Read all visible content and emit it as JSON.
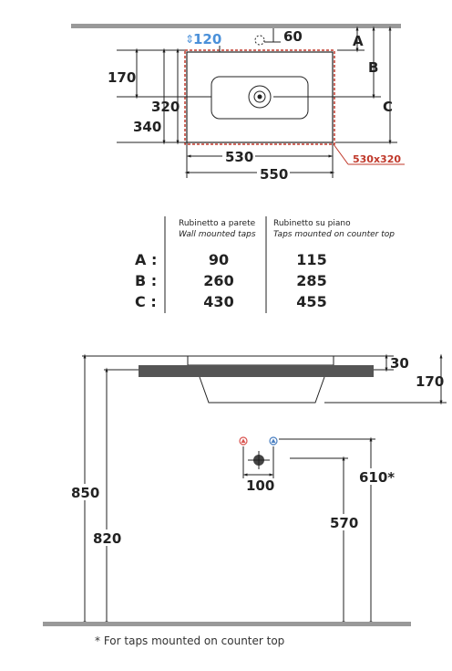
{
  "top_view": {
    "dim_120": "120",
    "dim_60": "60",
    "letter_a": "A",
    "letter_b": "B",
    "letter_c": "C",
    "dim_170": "170",
    "dim_320": "320",
    "dim_340": "340",
    "dim_530": "530",
    "dim_550": "550",
    "cutout": "530x320"
  },
  "table": {
    "col1_it": "Rubinetto a parete",
    "col1_en": "Wall mounted taps",
    "col2_it": "Rubinetto su piano",
    "col2_en": "Taps mounted on counter top",
    "rows": [
      {
        "key": "A :",
        "wall": "90",
        "counter": "115"
      },
      {
        "key": "B :",
        "wall": "260",
        "counter": "285"
      },
      {
        "key": "C :",
        "wall": "430",
        "counter": "455"
      }
    ]
  },
  "side_view": {
    "dim_30": "30",
    "dim_170": "170",
    "dim_850": "850",
    "dim_820": "820",
    "dim_100": "100",
    "dim_610": "610*",
    "dim_570": "570"
  },
  "colors": {
    "hot": "#d9534f",
    "cold": "#4a7fc1",
    "cutout_line": "#c0392b",
    "dim_blue": "#4a90d9",
    "counter": "#555555",
    "floor": "#999999"
  },
  "footnote": "* For taps mounted on counter top"
}
